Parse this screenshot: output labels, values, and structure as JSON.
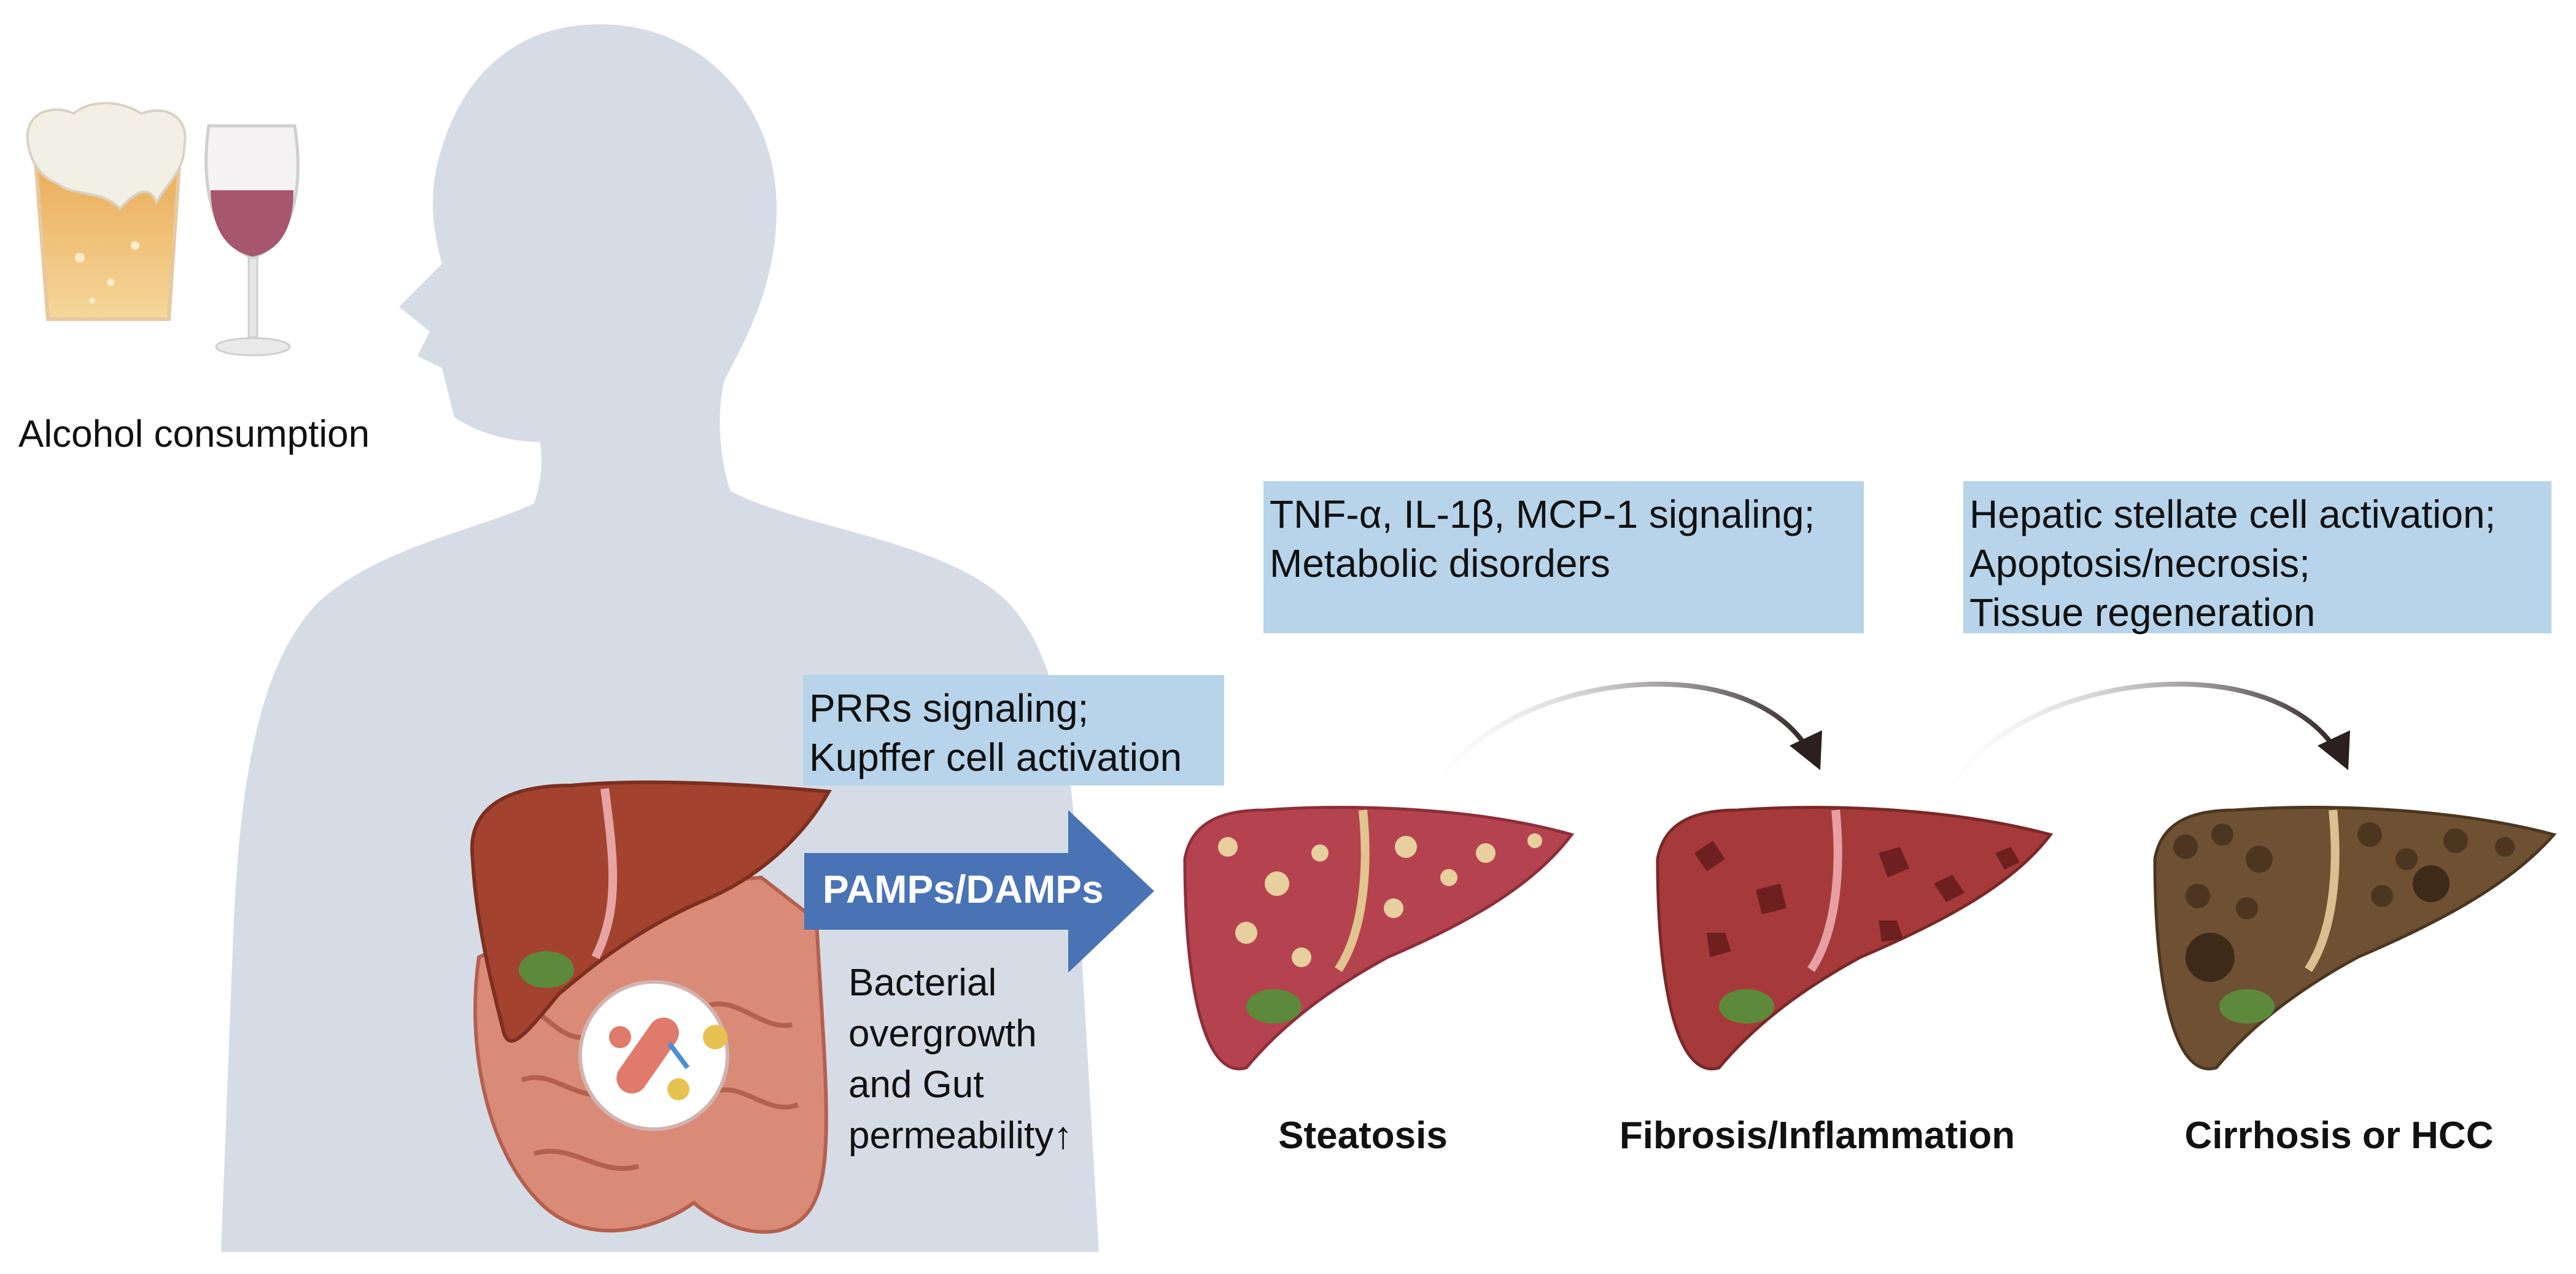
{
  "consumption": {
    "label": "Alcohol consumption"
  },
  "gut": {
    "arrow_label": "PAMPs/DAMPs",
    "description_lines": [
      "Bacterial",
      "overgrowth",
      "and Gut",
      "permeability↑"
    ]
  },
  "notes": {
    "prr": [
      "PRRs signaling;",
      "Kupffer cell activation"
    ],
    "cytokines": [
      "TNF-α, IL-1β, MCP-1 signaling;",
      "Metabolic disorders"
    ],
    "stellate": [
      "Hepatic stellate cell activation;",
      "Apoptosis/necrosis;",
      "Tissue regeneration"
    ]
  },
  "stages": [
    {
      "label": "Steatosis"
    },
    {
      "label": "Fibrosis/Inflammation"
    },
    {
      "label": "Cirrhosis or HCC"
    }
  ],
  "colors": {
    "silhouette": "#d6dce6",
    "note_fill": "#b7d4ea",
    "arrow_fill": "#4a73b5",
    "liver_steatosis": "#b5434f",
    "liver_fibrosis": "#a63a3a",
    "liver_cirrhosis": "#6e5033"
  }
}
